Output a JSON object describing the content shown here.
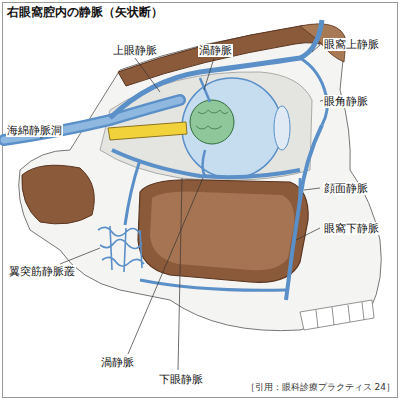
{
  "diagram": {
    "title": "右眼窩腔内の静脈（矢状断）",
    "caption": "［引用：眼科診療プラクティス 24］",
    "labels": [
      "上眼静脈",
      "渦静脈",
      "眼窩上静脈",
      "眼角静脈",
      "海綿静脈洞",
      "顔面静脈",
      "眼窩下静脈",
      "翼突筋静脈叢",
      "渦静脈",
      "下眼静脈"
    ]
  }
}
